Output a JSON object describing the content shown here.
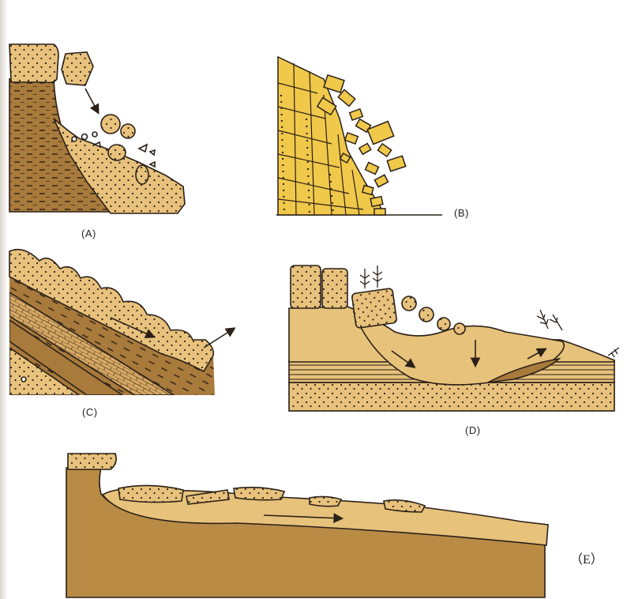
{
  "panels": [
    {
      "id": "A",
      "label": "(A)"
    },
    {
      "id": "B",
      "label": "(B)"
    },
    {
      "id": "C",
      "label": "(C)"
    },
    {
      "id": "D",
      "label": "(D)"
    },
    {
      "id": "E",
      "label": "（E）"
    }
  ],
  "colors": {
    "sand": "#e7c27a",
    "block_yellow": "#f0c84a",
    "bedrock_dark": "#a3783a",
    "bedrock_mid": "#b88b45",
    "outline": "#2a2018"
  }
}
